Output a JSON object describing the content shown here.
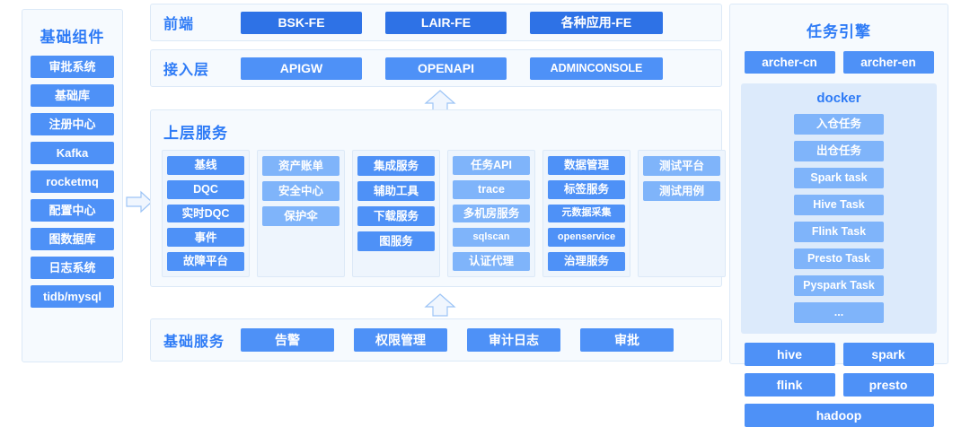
{
  "colors": {
    "dark_blue": "#2E72E6",
    "mid_blue": "#4E91F7",
    "light_blue": "#7FB4FA",
    "panel_bg": "#F6FAFE",
    "subpanel_bg": "#EEF5FD",
    "docker_bg": "#DCEAFB",
    "title_text": "#2E7BF6"
  },
  "left_panel": {
    "title": "基础组件",
    "items": [
      {
        "label": "审批系统",
        "tone": "mid"
      },
      {
        "label": "基础库",
        "tone": "mid"
      },
      {
        "label": "注册中心",
        "tone": "mid"
      },
      {
        "label": "Kafka",
        "tone": "mid"
      },
      {
        "label": "rocketmq",
        "tone": "mid"
      },
      {
        "label": "配置中心",
        "tone": "mid"
      },
      {
        "label": "图数据库",
        "tone": "mid"
      },
      {
        "label": "日志系统",
        "tone": "mid"
      },
      {
        "label": "tidb/mysql",
        "tone": "mid"
      }
    ]
  },
  "frontend_row": {
    "title": "前端",
    "items": [
      {
        "label": "BSK-FE",
        "tone": "dark"
      },
      {
        "label": "LAIR-FE",
        "tone": "dark"
      },
      {
        "label": "各种应用-FE",
        "tone": "dark"
      }
    ]
  },
  "access_row": {
    "title": "接入层",
    "items": [
      {
        "label": "APIGW",
        "tone": "mid"
      },
      {
        "label": "OPENAPI",
        "tone": "mid"
      },
      {
        "label": "ADMINCONSOLE",
        "tone": "mid"
      }
    ]
  },
  "upper_services": {
    "title": "上层服务",
    "columns": [
      {
        "tone": "mid",
        "items": [
          "基线",
          "DQC",
          "实时DQC",
          "事件",
          "故障平台"
        ]
      },
      {
        "tone": "light",
        "items": [
          "资产账单",
          "安全中心",
          "保护伞"
        ]
      },
      {
        "tone": "mid",
        "items": [
          "集成服务",
          "辅助工具",
          "下载服务",
          "图服务"
        ]
      },
      {
        "tone": "light",
        "items": [
          "任务API",
          "trace",
          "多机房服务",
          "sqlscan",
          "认证代理"
        ]
      },
      {
        "tone": "mid",
        "items": [
          "数据管理",
          "标签服务",
          "元数据采集",
          "openservice",
          "治理服务"
        ]
      },
      {
        "tone": "light",
        "items": [
          "测试平台",
          "测试用例"
        ]
      }
    ]
  },
  "basic_services_row": {
    "title": "基础服务",
    "items": [
      {
        "label": "告警",
        "tone": "mid"
      },
      {
        "label": "权限管理",
        "tone": "mid"
      },
      {
        "label": "审计日志",
        "tone": "mid"
      },
      {
        "label": "审批",
        "tone": "mid"
      }
    ]
  },
  "task_engine": {
    "title": "任务引擎",
    "archers": [
      {
        "label": "archer-cn",
        "tone": "mid"
      },
      {
        "label": "archer-en",
        "tone": "mid"
      }
    ],
    "docker": {
      "title": "docker",
      "items": [
        {
          "label": "入仓任务",
          "tone": "light"
        },
        {
          "label": "出仓任务",
          "tone": "light"
        },
        {
          "label": "Spark task",
          "tone": "light"
        },
        {
          "label": "Hive Task",
          "tone": "light"
        },
        {
          "label": "Flink Task",
          "tone": "light"
        },
        {
          "label": "Presto Task",
          "tone": "light"
        },
        {
          "label": "Pyspark Task",
          "tone": "light"
        },
        {
          "label": "...",
          "tone": "light"
        }
      ]
    },
    "engines": [
      {
        "label": "hive",
        "tone": "mid",
        "full": false
      },
      {
        "label": "spark",
        "tone": "mid",
        "full": false
      },
      {
        "label": "flink",
        "tone": "mid",
        "full": false
      },
      {
        "label": "presto",
        "tone": "mid",
        "full": false
      },
      {
        "label": "hadoop",
        "tone": "mid",
        "full": true
      }
    ]
  },
  "arrows": [
    {
      "name": "arrow-components-to-services",
      "direction": "right"
    },
    {
      "name": "arrow-services-to-access",
      "direction": "up"
    },
    {
      "name": "arrow-basic-to-services",
      "direction": "up"
    }
  ]
}
